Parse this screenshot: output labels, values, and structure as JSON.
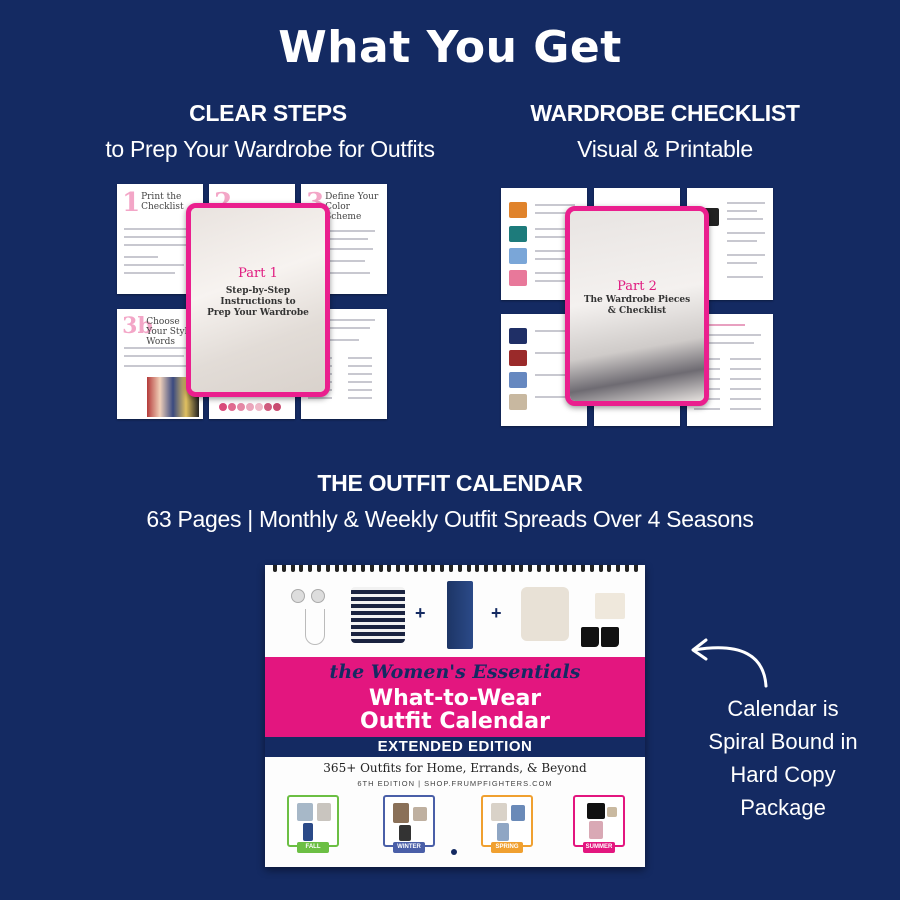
{
  "header": {
    "title": "What You Get"
  },
  "sections": {
    "steps": {
      "title": "CLEAR STEPS",
      "subtitle": "to Prep Your Wardrobe for Outfits"
    },
    "checklist": {
      "title": "WARDROBE CHECKLIST",
      "subtitle": "Visual & Printable"
    },
    "calendar": {
      "title": "THE OUTFIT CALENDAR",
      "subtitle": "63 Pages | Monthly & Weekly Outfit Spreads Over 4 Seasons"
    }
  },
  "tablet1": {
    "part": "Part 1",
    "desc_line1": "Step-by-Step",
    "desc_line2": "Instructions to",
    "desc_line3": "Prep Your Wardrobe"
  },
  "tablet2": {
    "part": "Part 2",
    "desc_line1": "The Wardrobe Pieces",
    "desc_line2": "& Checklist"
  },
  "thumbs": {
    "step1_num": "1",
    "step1_title": "Print the Checklist",
    "step2_num": "2",
    "step3_num": "3",
    "step3_title": "Define Your Color Scheme",
    "step3b_num": "3b",
    "step3b_title": "Choose Your Style Words"
  },
  "calendar_book": {
    "script": "the Women's Essentials",
    "line1": "What-to-Wear",
    "line2": "Outfit Calendar",
    "edition": "EXTENDED EDITION",
    "sub": "365+ Outfits for Home, Errands, & Beyond",
    "url": "6TH EDITION | SHOP.FRUMPFIGHTERS.COM",
    "seasons": [
      "FALL",
      "WINTER",
      "SPRING",
      "SUMMER"
    ]
  },
  "note": {
    "line1": "Calendar is",
    "line2": "Spiral Bound in",
    "line3": "Hard Copy",
    "line4": "Package"
  },
  "colors": {
    "background": "#142a62",
    "accent": "#e3167f",
    "fall": "#6cbf44",
    "winter": "#4a5fa8",
    "spring": "#f0a030",
    "summer": "#e3167f"
  },
  "icons": {
    "arrow": "curved-arrow-left-icon"
  }
}
